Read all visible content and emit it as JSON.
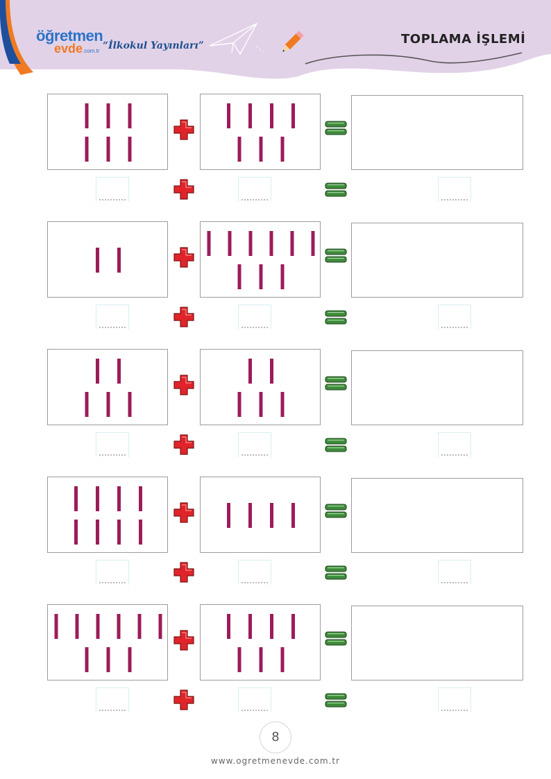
{
  "header": {
    "logo_top": "öğretmen",
    "logo_bottom": "evde",
    "logo_tld": ".com.tr",
    "tagline": "“İlkokul Yayınları”",
    "title": "TOPLAMA İŞLEMİ"
  },
  "colors": {
    "header_bg": "#e2d2e8",
    "stick": "#9c1c5a",
    "plus": "#e0242a",
    "equals": "#3f8a3c",
    "accent_blue": "#1d4f9c",
    "accent_orange": "#f07a22"
  },
  "icons": {
    "plus": "plus-sign-icon",
    "equals": "equals-sign-icon",
    "plane": "paper-plane-icon",
    "pencil": "pencil-icon"
  },
  "exercises": [
    {
      "first_count": 6,
      "second_count": 7
    },
    {
      "first_count": 2,
      "second_count": 9
    },
    {
      "first_count": 5,
      "second_count": 5
    },
    {
      "first_count": 8,
      "second_count": 4
    },
    {
      "first_count": 9,
      "second_count": 7
    }
  ],
  "footer": {
    "page_number": "8",
    "website": "www.ogretmenevde.com.tr"
  }
}
